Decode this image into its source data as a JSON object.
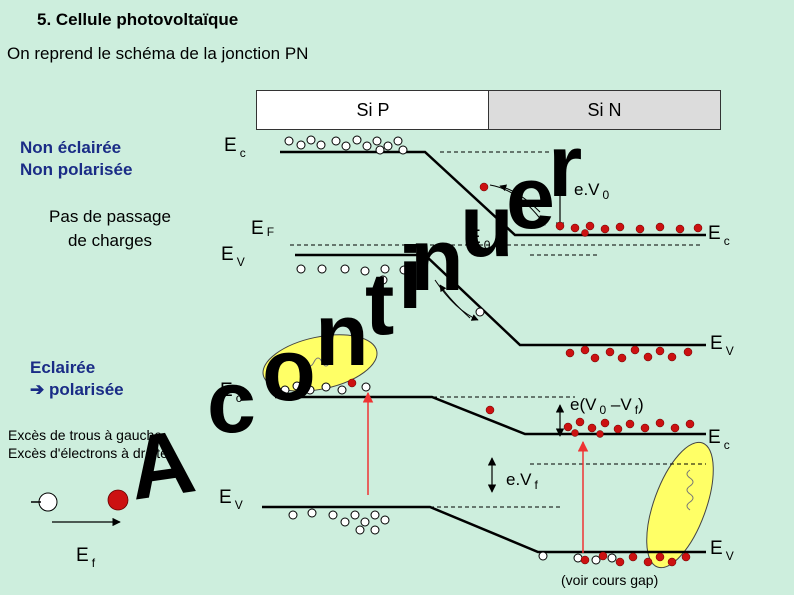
{
  "title": "5. Cellule photovoltaïque",
  "subtitle": "On reprend le schéma de la jonction PN",
  "boxes": {
    "p": "Si P",
    "n": "Si N"
  },
  "left_labels": {
    "non_eclairee_line1": "Non éclairée",
    "non_eclairee_line2": "Non polarisée",
    "pas_passage_line1": "Pas de passage",
    "pas_passage_line2": "de charges",
    "eclairee_line1": "Eclairée",
    "eclairee_line2": "polarisée",
    "arrow_glyph": "➔",
    "exces_trous": "Excès de trous à gauche",
    "exces_electrons": "Excès d'électrons à droite"
  },
  "energy": {
    "E": "E",
    "c": "c",
    "F": "F",
    "V": "V",
    "Ef_main": "E",
    "Ef_sub": "f",
    "eV0_main": "e.V",
    "eV0_sub": "0",
    "E0_main": "E",
    "E0_sub": "0",
    "eV0f_main": "e(V",
    "eV0f_sub0": "0",
    "eV0f_mid": " –V",
    "eV0f_subf": "f",
    "eV0f_end": ")",
    "eVf_main": "e.V",
    "eVf_sub": "f"
  },
  "note": "(voir cours gap)",
  "watermark": {
    "A": "A",
    "letters": [
      "c",
      "o",
      "n",
      "t",
      "i",
      "n",
      "u",
      "e",
      "r"
    ]
  },
  "colors": {
    "background": "#cdeedd",
    "electron": "#cc1111",
    "hole": "#ffffff",
    "lightning": "#ffff66",
    "label_blue": "#1a2c86",
    "photon": "#ee3333"
  }
}
